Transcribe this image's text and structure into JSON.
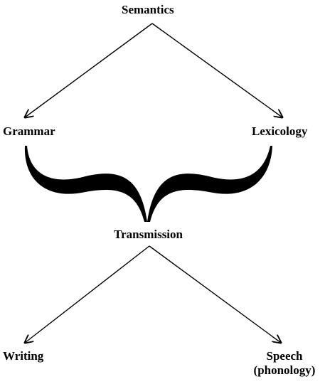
{
  "diagram": {
    "nodes": {
      "semantics": "Semantics",
      "grammar": "Grammar",
      "lexicology": "Lexicology",
      "transmission": "Transmission",
      "writing": "Writing",
      "speech_line1": "Speech",
      "speech_line2": "(phonology)"
    },
    "edges": [
      {
        "from": "semantics",
        "to": "grammar"
      },
      {
        "from": "semantics",
        "to": "lexicology"
      },
      {
        "from": "transmission",
        "to": "writing"
      },
      {
        "from": "transmission",
        "to": "speech"
      }
    ],
    "brace": {
      "joins": [
        "grammar",
        "lexicology"
      ],
      "into": "transmission"
    },
    "colors": {
      "ink": "#000000",
      "background": "#ffffff"
    }
  }
}
